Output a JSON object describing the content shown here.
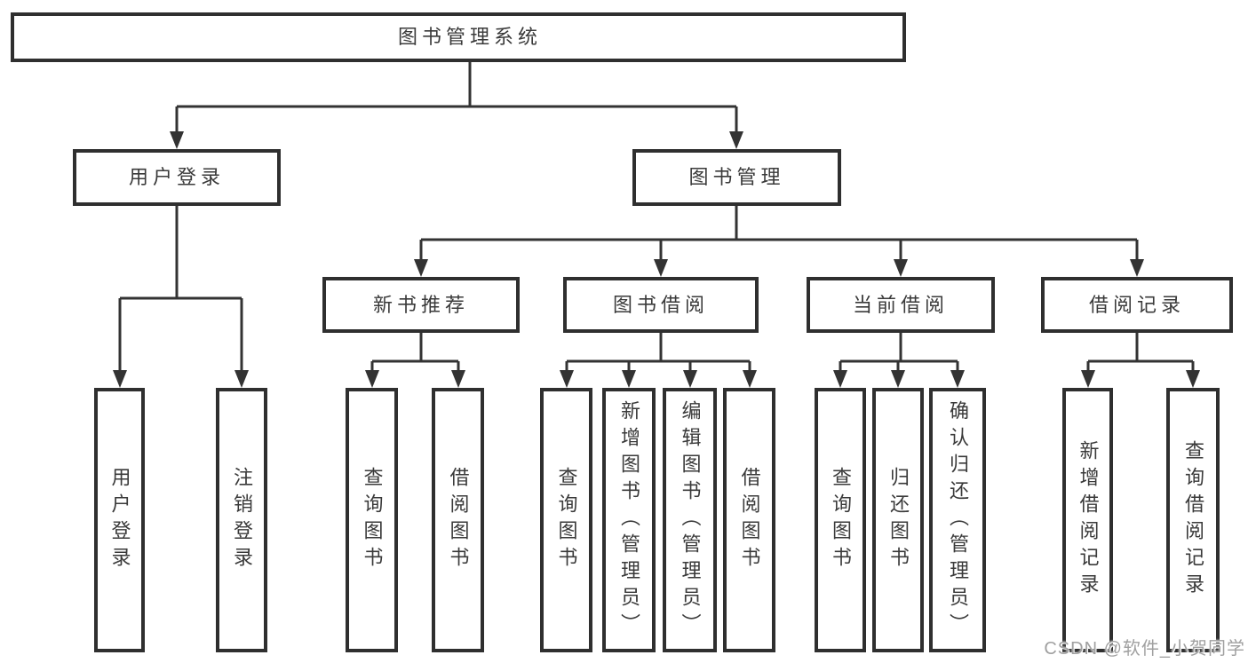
{
  "colors": {
    "line": "#333333",
    "box_border": "#2f2f2f",
    "text": "#3a3a3a",
    "watermark_text": "#a0a0a0",
    "background": "#ffffff"
  },
  "diagram": {
    "root": {
      "label": "图书管理系统"
    },
    "branches": [
      {
        "label": "用户登录",
        "children": [
          {
            "label": "用户登录"
          },
          {
            "label": "注销登录"
          }
        ]
      },
      {
        "label": "图书管理",
        "children": [
          {
            "label": "新书推荐",
            "children": [
              {
                "label": "查询图书"
              },
              {
                "label": "借阅图书"
              }
            ]
          },
          {
            "label": "图书借阅",
            "children": [
              {
                "label": "查询图书"
              },
              {
                "label": "新增图书（管理员）"
              },
              {
                "label": "编辑图书（管理员）"
              },
              {
                "label": "借阅图书"
              }
            ]
          },
          {
            "label": "当前借阅",
            "children": [
              {
                "label": "查询图书"
              },
              {
                "label": "归还图书"
              },
              {
                "label": "确认归还（管理员）"
              }
            ]
          },
          {
            "label": "借阅记录",
            "children": [
              {
                "label": "新增借阅记录"
              },
              {
                "label": "查询借阅记录"
              }
            ]
          }
        ]
      }
    ],
    "watermark": "CSDN @软件_小贺同学"
  }
}
